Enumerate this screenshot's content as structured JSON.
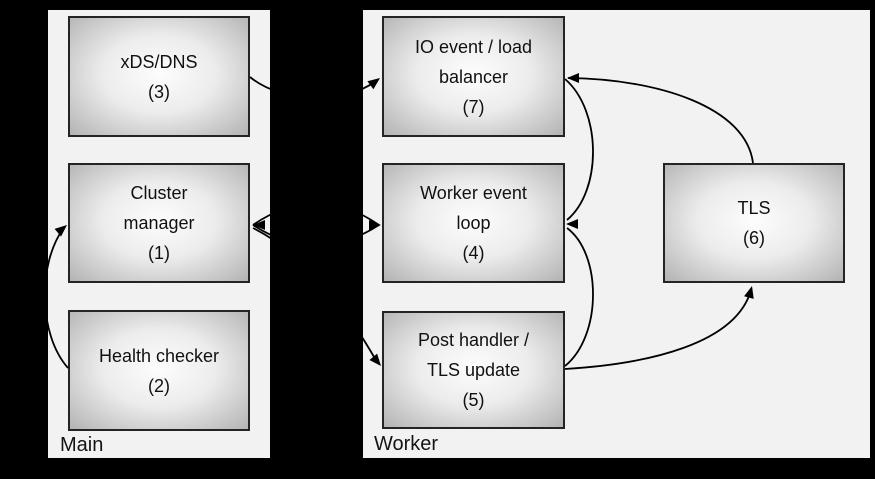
{
  "diagram": {
    "panels": {
      "main": {
        "label": "Main",
        "nodes": {
          "xds": {
            "lines": [
              "xDS/DNS",
              "(3)"
            ]
          },
          "cluster_manager": {
            "lines": [
              "Cluster",
              "manager",
              "(1)"
            ]
          },
          "health_checker": {
            "lines": [
              "Health checker",
              "(2)"
            ]
          }
        }
      },
      "worker": {
        "label": "Worker",
        "nodes": {
          "io_event": {
            "lines": [
              "IO event / load",
              "balancer",
              "(7)"
            ]
          },
          "worker_event_loop": {
            "lines": [
              "Worker event",
              "loop",
              "(4)"
            ]
          },
          "post_handler": {
            "lines": [
              "Post handler /",
              "TLS update",
              "(5)"
            ]
          },
          "tls": {
            "lines": [
              "TLS",
              "(6)"
            ]
          }
        }
      }
    },
    "edges": [
      {
        "from": "health-checker-2",
        "to": "cluster-manager-1"
      },
      {
        "from": "xds-dns-3",
        "to": "io-event-load-balancer-7"
      },
      {
        "from": "cluster-manager-1",
        "to": "worker-event-loop-4",
        "bidirectional": true
      },
      {
        "from": "cluster-manager-1",
        "to": "post-handler-tls-update-5"
      },
      {
        "from": "io-event-load-balancer-7",
        "to": "worker-event-loop-4"
      },
      {
        "from": "post-handler-tls-update-5",
        "to": "worker-event-loop-4"
      },
      {
        "from": "post-handler-tls-update-5",
        "to": "tls-6"
      },
      {
        "from": "tls-6",
        "to": "io-event-load-balancer-7"
      }
    ]
  },
  "colors": {
    "background": "#000000",
    "panel": "#f2f2f2",
    "box_border": "#242424",
    "arrow": "#000000",
    "text": "#111111"
  }
}
